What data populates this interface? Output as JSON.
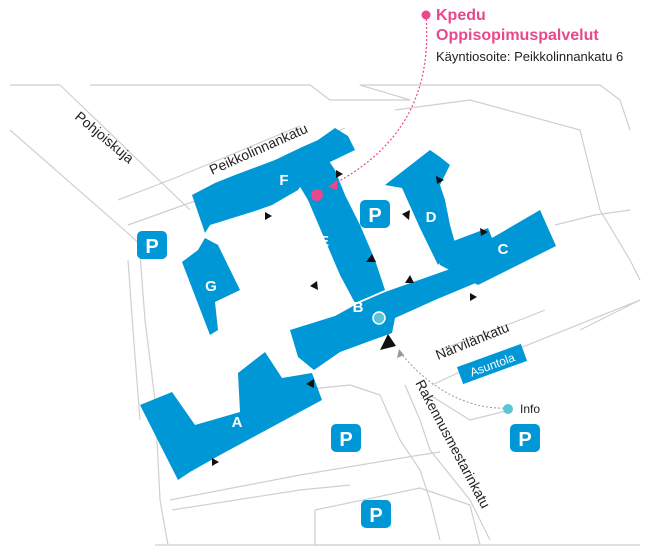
{
  "colors": {
    "building": "#0097d7",
    "highlight": "#e9488c",
    "info": "#5bc5d9",
    "street_line": "#cfcfcf",
    "text_dark": "#222222",
    "white": "#ffffff"
  },
  "callout": {
    "organization": "Kpedu",
    "service": "Oppisopimuspalvelut",
    "address_label": "Käyntiosoite:",
    "address_value": "Peikkolinnankatu 6"
  },
  "buildings": {
    "a": "A",
    "b": "B",
    "c": "C",
    "d": "D",
    "e": "E",
    "f": "F",
    "g": "G",
    "asuntola": "Asuntola"
  },
  "streets": {
    "peikkolinnankatu": "Peikkolinnankatu",
    "pohjoiskuja": "Pohjoiskuja",
    "narvilankatu": "Närvilänkatu",
    "rakennusmestarinkatu": "Rakennusmestarinkatu"
  },
  "parking_label": "P",
  "info_label": "Info",
  "entrance_icon": "triangle-entrance-icon",
  "main_entrance_icon": "main-entrance-arrow-icon",
  "location_marker_icon": "pink-dot-marker-icon"
}
